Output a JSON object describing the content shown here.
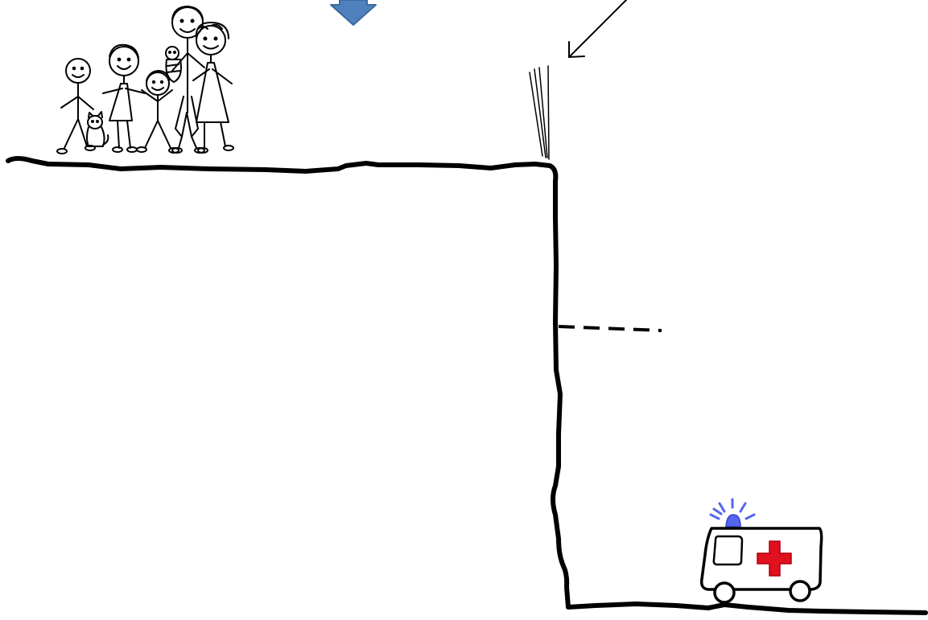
{
  "scene": {
    "elements": [
      "family-stick-figures",
      "down-arrow",
      "pointer-arrow",
      "cliff-edge",
      "fence-lines",
      "dashed-line",
      "ambulance"
    ]
  },
  "colors": {
    "ink": "#000000",
    "arrow_fill": "#4f81bd",
    "arrow_stroke": "#3a6aa0",
    "siren": "#5566ee",
    "cross": "#e0101e",
    "background": "#ffffff"
  }
}
